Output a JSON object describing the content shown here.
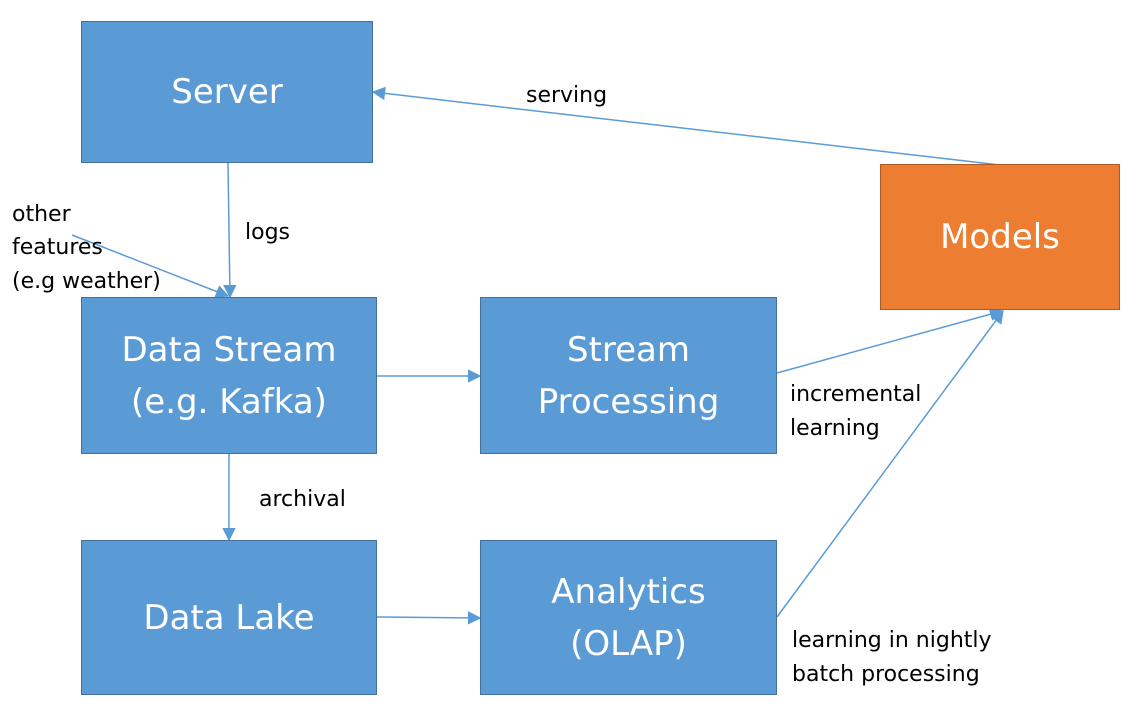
{
  "diagram": {
    "nodes": {
      "server": {
        "line1": "Server"
      },
      "data_stream": {
        "line1": "Data Stream",
        "line2": "(e.g. Kafka)"
      },
      "stream_processing": {
        "line1": "Stream",
        "line2": "Processing"
      },
      "models": {
        "line1": "Models"
      },
      "data_lake": {
        "line1": "Data Lake"
      },
      "analytics": {
        "line1": "Analytics",
        "line2": "(OLAP)"
      }
    },
    "edge_labels": {
      "serving": "serving",
      "logs": "logs",
      "other_features_1": "other",
      "other_features_2": "features",
      "other_features_3": "(e.g weather)",
      "incremental_1": "incremental",
      "incremental_2": "learning",
      "archival": "archival",
      "nightly_1": "learning in nightly",
      "nightly_2": "batch processing"
    },
    "colors": {
      "box_blue": "#5b9bd5",
      "box_orange": "#ed7d31",
      "arrow": "#5b9bd5",
      "box_text": "#ffffff"
    }
  }
}
